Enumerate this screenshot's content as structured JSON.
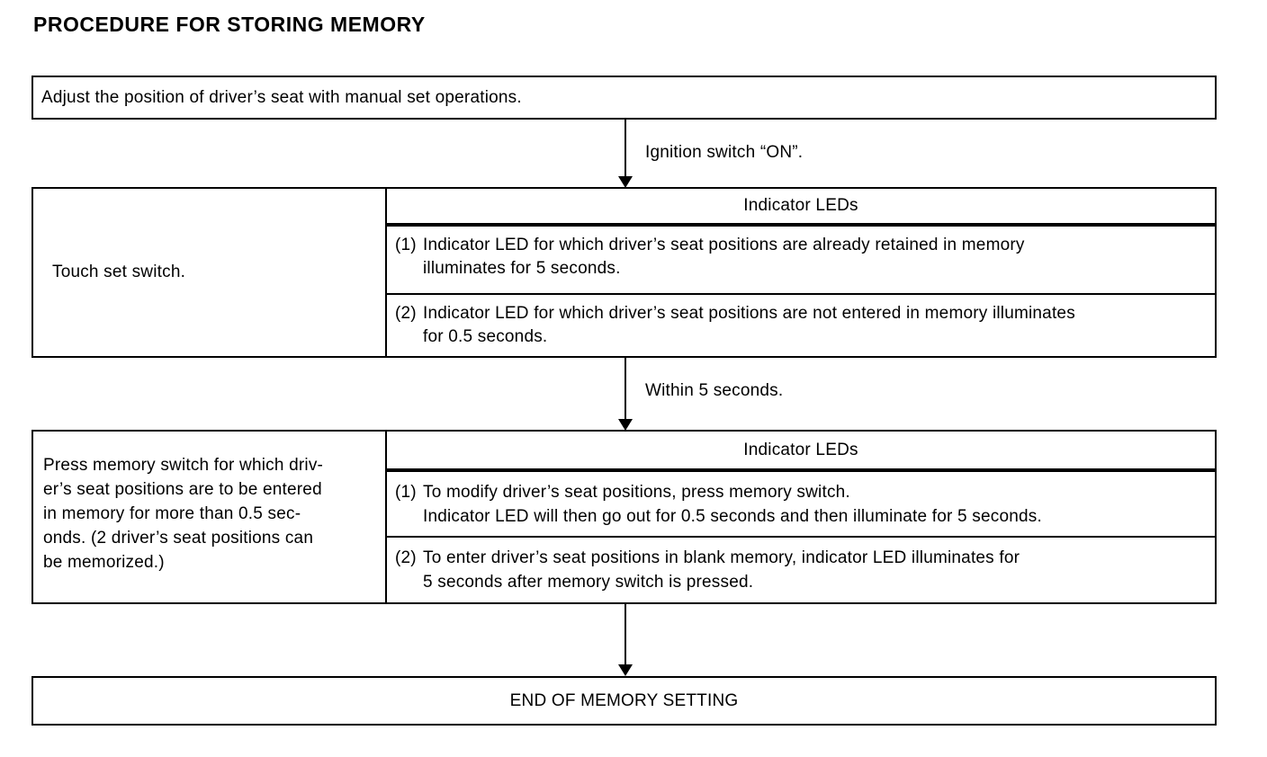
{
  "page": {
    "title": "PROCEDURE FOR STORING MEMORY"
  },
  "flow": {
    "step1": {
      "text": "Adjust the position of driver’s seat with manual set operations."
    },
    "arrow1_label": "Ignition switch “ON”.",
    "step2": {
      "action": "Touch set switch.",
      "result_header": "Indicator LEDs",
      "results": [
        {
          "num": "(1)",
          "lines": [
            "Indicator LED for which driver’s seat positions are already retained in memory",
            "illuminates for 5 seconds."
          ]
        },
        {
          "num": "(2)",
          "lines": [
            "Indicator LED for which driver’s seat positions are not entered in memory illuminates",
            "for 0.5 seconds."
          ]
        }
      ]
    },
    "arrow2_label": "Within 5 seconds.",
    "step3": {
      "action_lines": [
        "Press memory switch for which driv-",
        "er’s seat positions are to be entered",
        "in memory for more than 0.5 sec-",
        "onds. (2 driver’s seat positions can",
        "be memorized.)"
      ],
      "result_header": "Indicator LEDs",
      "results": [
        {
          "num": "(1)",
          "lines": [
            "To modify driver’s seat positions, press memory switch.",
            "Indicator LED will then go out for 0.5 seconds and then illuminate for 5 seconds."
          ]
        },
        {
          "num": "(2)",
          "lines": [
            "To enter driver’s seat positions in blank memory, indicator LED illuminates for",
            "5 seconds after memory switch is pressed."
          ]
        }
      ]
    },
    "end": {
      "text": "END OF MEMORY SETTING"
    }
  }
}
